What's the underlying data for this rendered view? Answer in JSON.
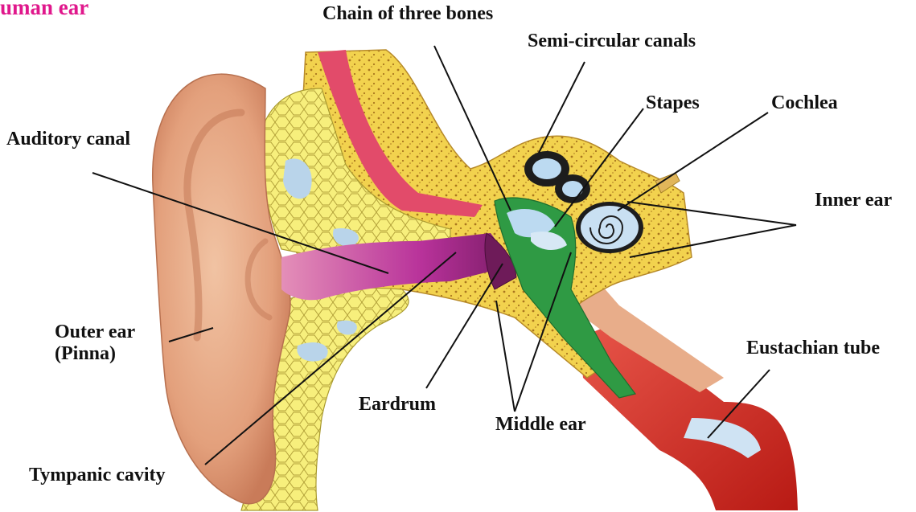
{
  "title": "uman ear",
  "labels": {
    "chain_of_three_bones": "Chain of three bones",
    "semi_circular_canals": "Semi-circular canals",
    "stapes": "Stapes",
    "cochlea": "Cochlea",
    "auditory_canal": "Auditory canal",
    "inner_ear": "Inner ear",
    "outer_ear_line1": "Outer ear",
    "outer_ear_line2": "(Pinna)",
    "eustachian_tube": "Eustachian tube",
    "eardrum": "Eardrum",
    "middle_ear": "Middle ear",
    "tympanic_cavity": "Tympanic cavity"
  },
  "colors": {
    "title": "#e0188c",
    "skin": "#e8ad8a",
    "bone": "#f2d24e",
    "cartilage": "#f7ef7c",
    "canal": "#b8329a",
    "middle_ear": "#2f9a44",
    "tube": "#d42a22",
    "fluid": "#b9d4ea",
    "vessel": "#e24b6a"
  }
}
